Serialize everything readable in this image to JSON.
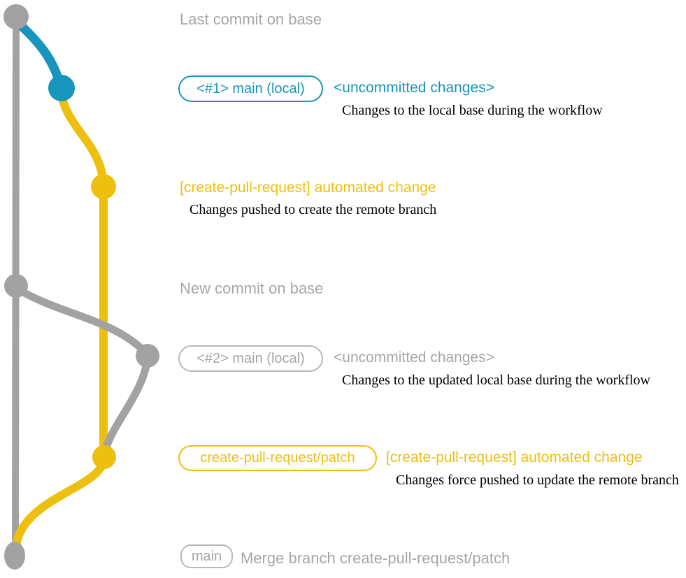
{
  "colors": {
    "gray": "#a2a2a2",
    "gray_text": "#a6a6a6",
    "gray_border": "#b8b8b8",
    "blue": "#1795bc",
    "yellow": "#edc00f",
    "ink": "#000000",
    "background": "#ffffff"
  },
  "labels": {
    "last_commit": "Last commit on base",
    "new_commit": "New commit on base"
  },
  "step1": {
    "badge": "<#1> main (local)",
    "status": "<uncommitted changes>",
    "description": "Changes to the local base during the workflow"
  },
  "step2": {
    "title": "[create-pull-request] automated change",
    "description": "Changes pushed to create the remote branch"
  },
  "step3": {
    "badge": "<#2> main (local)",
    "status": "<uncommitted changes>",
    "description": "Changes to the updated local base during the workflow"
  },
  "step4": {
    "badge": "create-pull-request/patch",
    "title": "[create-pull-request] automated change",
    "description": "Changes force pushed to update the remote branch"
  },
  "step5": {
    "badge": "main",
    "title": "Merge branch create-pull-request/patch"
  }
}
